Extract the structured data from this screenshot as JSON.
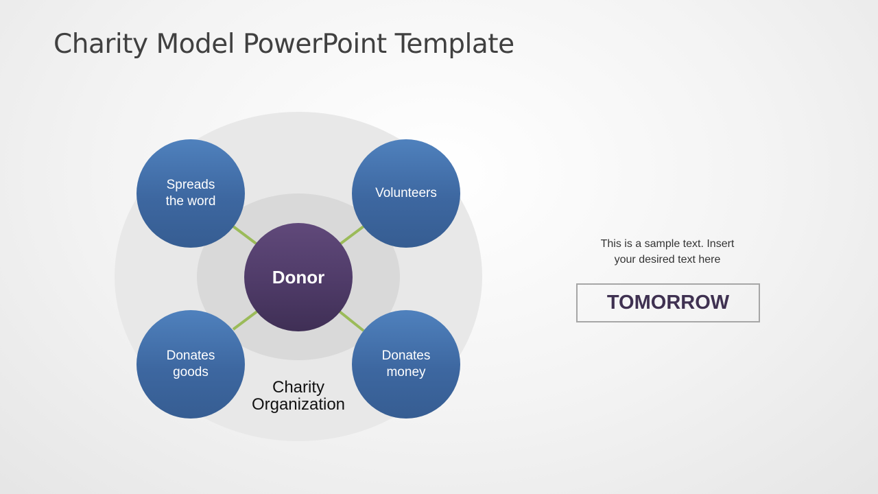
{
  "slide": {
    "title": "Charity Model PowerPoint Template"
  },
  "diagram": {
    "center": {
      "label": "Donor",
      "color": "#5a4575"
    },
    "outer_label": "Charity\nOrganization",
    "nodes": [
      {
        "label": "Spreads\nthe word",
        "position": "top-left"
      },
      {
        "label": "Volunteers",
        "position": "top-right"
      },
      {
        "label": "Donates\ngoods",
        "position": "bottom-left"
      },
      {
        "label": "Donates\nmoney",
        "position": "bottom-right"
      }
    ],
    "node_color": "#4470aa",
    "connector_color": "#9bbb59",
    "outer_ring_color": "#e8e8e8",
    "inner_ring_color": "#d9d9d9"
  },
  "side_panel": {
    "sample_text": "This is a sample text. Insert\nyour desired text here",
    "box_label": "TOMORROW",
    "box_text_color": "#3f3151"
  }
}
